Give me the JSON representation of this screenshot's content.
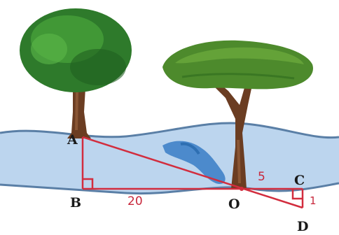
{
  "points": {
    "A": "A",
    "B": "B",
    "O": "O",
    "C": "C",
    "D": "D"
  },
  "lengths": {
    "BO": "20",
    "OC": "5",
    "CD": "1"
  },
  "colors": {
    "river": "#b9d3ee",
    "river_dark": "#3c7fc7",
    "triangle_lines": "#d22d3e",
    "tree_left_foliage": "#2f7d2c",
    "tree_right_foliage": "#4e8a2c",
    "trunk": "#6a3b22"
  }
}
